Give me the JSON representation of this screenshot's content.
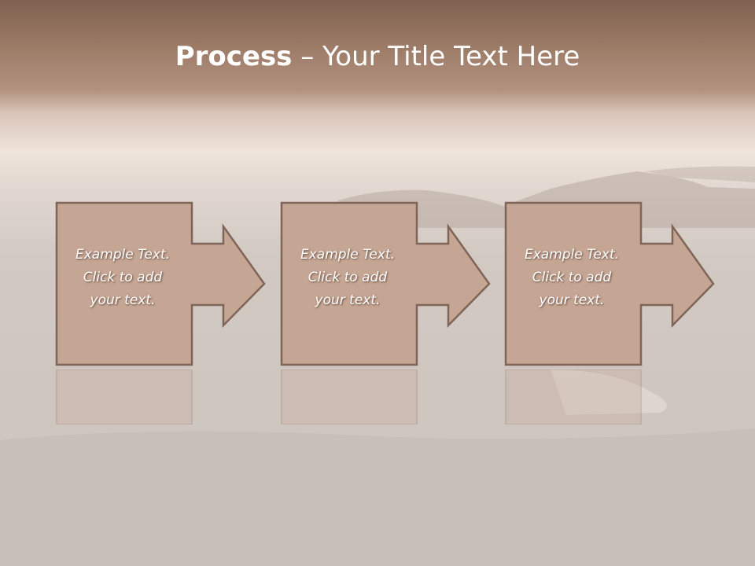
{
  "slide": {
    "title_bold": "Process",
    "title_rest": " – Your Title Text Here"
  },
  "steps": [
    {
      "line1": "Example Text.",
      "line2": "Click  to add",
      "line3": "your text."
    },
    {
      "line1": "Example Text.",
      "line2": "Click  to add",
      "line3": "your text."
    },
    {
      "line1": "Example Text.",
      "line2": "Click  to add",
      "line3": "your text."
    }
  ],
  "colors": {
    "header": "#a88470",
    "box_fill": "#c5a593",
    "box_stroke": "#7e6558",
    "title_text": "#ffffff"
  }
}
